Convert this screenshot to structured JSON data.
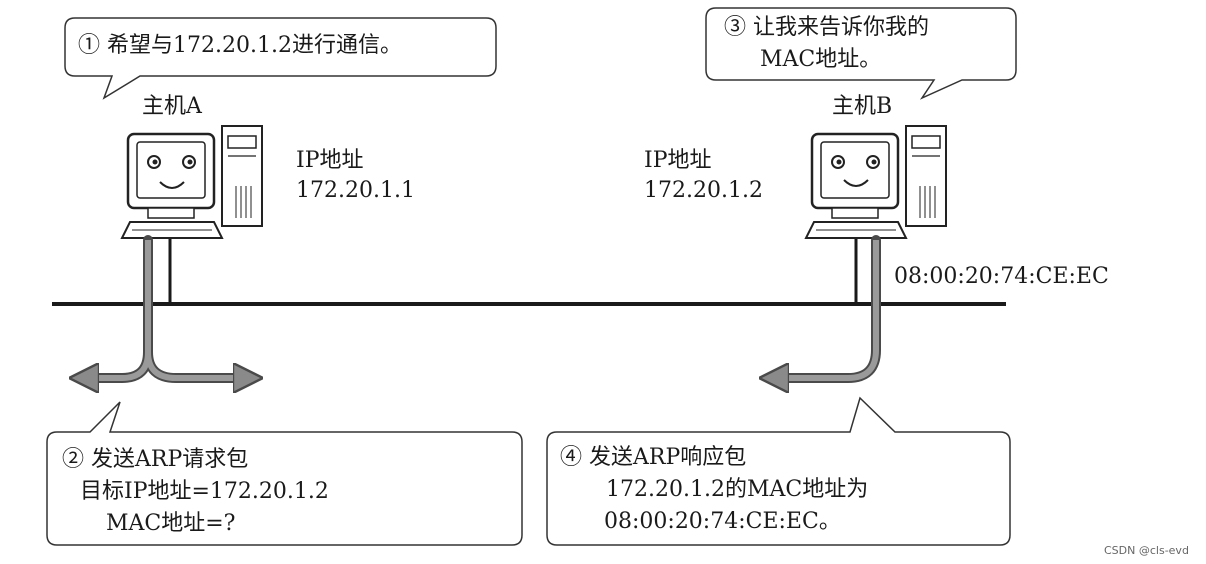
{
  "hostA": {
    "name": "主机A",
    "ip_label": "IP地址",
    "ip": "172.20.1.1"
  },
  "hostB": {
    "name": "主机B",
    "ip_label": "IP地址",
    "ip": "172.20.1.2",
    "mac": "08:00:20:74:CE:EC"
  },
  "bubbles": {
    "b1": {
      "line1": "① 希望与172.20.1.2进行通信。"
    },
    "b3": {
      "line1": "③ 让我来告诉你我的",
      "line2": "MAC地址。"
    },
    "b2": {
      "line1": "② 发送ARP请求包",
      "line2": "目标IP地址=172.20.1.2",
      "line3": "MAC地址=?"
    },
    "b4": {
      "line1": "④ 发送ARP响应包",
      "line2": "172.20.1.2的MAC地址为",
      "line3": "08:00:20:74:CE:EC。"
    }
  },
  "watermark": "CSDN @cls-evd",
  "colors": {
    "line": "#1a1a1a",
    "arrow": "#8a8a8a",
    "arrow_dark": "#4a4a4a"
  }
}
